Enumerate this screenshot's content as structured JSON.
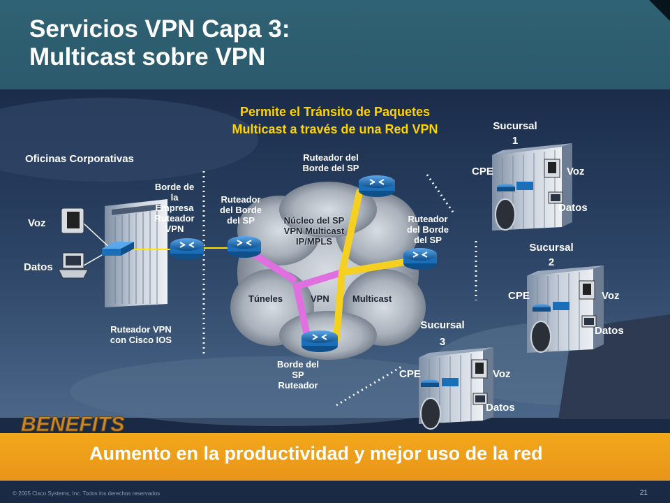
{
  "title_line1": "Servicios VPN Capa 3:",
  "title_line2": "Multicast sobre VPN",
  "headline_line1": "Permite el Tránsito de Paquetes",
  "headline_line2": "Multicast a través de una Red VPN",
  "corporate": {
    "heading": "Oficinas Corporativas",
    "voz": "Voz",
    "datos": "Datos",
    "edge_label": [
      "Borde de",
      "la",
      "Empresa",
      "Ruteador",
      "VPN"
    ],
    "router_caption": [
      "Ruteador VPN",
      "con Cisco IOS"
    ]
  },
  "sp": {
    "left_router": [
      "Ruteador",
      "del Borde",
      "del SP"
    ],
    "top_router": [
      "Ruteador del",
      "Borde del SP"
    ],
    "right_router": [
      "Ruteador",
      "del Borde",
      "del SP"
    ],
    "bottom_router": [
      "Borde del",
      "SP",
      "Ruteador"
    ],
    "core": [
      "Núcleo del SP",
      "VPN Multicast",
      "IP/MPLS"
    ],
    "tunnels_a": "Túneles",
    "tunnels_b": "VPN",
    "tunnels_c": "Multicast"
  },
  "branches": [
    {
      "name": [
        "Sucursal",
        "1"
      ],
      "cpe": "CPE",
      "voz": "Voz",
      "datos": "Datos"
    },
    {
      "name": [
        "Sucursal",
        "2"
      ],
      "cpe": "CPE",
      "voz": "Voz",
      "datos": "Datos"
    },
    {
      "name": [
        "Sucursal",
        "3"
      ],
      "cpe": "CPE",
      "voz": "Voz",
      "datos": "Datos"
    }
  ],
  "benefits_label": "BENEFITS",
  "benefit_text": "Aumento en la productividad y mejor uso de la red",
  "footer": "© 2005 Cisco Systems, Inc. Todos los derechos reservados",
  "page_number": "21",
  "colors": {
    "header": "#2f6274",
    "banner": "#f2a81a",
    "tunnel_pink": "#e070e0",
    "tunnel_yellow": "#f5d020",
    "router_blue": "#1a6fb8"
  }
}
